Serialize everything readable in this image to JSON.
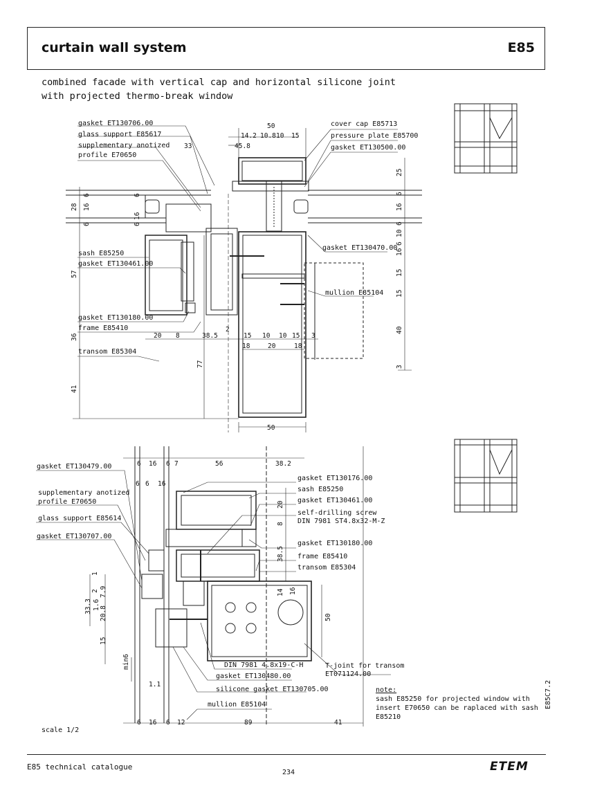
{
  "header": {
    "title": "curtain wall system",
    "code": "E85"
  },
  "subtitle": {
    "line1": "combined facade with vertical cap and horizontal silicone joint",
    "line2": "with projected thermo-break window"
  },
  "section1": {
    "labels_left": [
      "gasket ET130706.00",
      "glass support E85617",
      "supplementary anotized",
      "profile E70650",
      "sash E85250",
      "gasket ET130461.00",
      "gasket ET130180.00",
      "frame E85410",
      "transom E85304"
    ],
    "labels_right": [
      "cover cap E85713",
      "pressure plate E85700",
      "gasket ET130500.00",
      "gasket ET130470.00",
      "mullion E85104"
    ],
    "dims_top": [
      "50",
      "14.2",
      "10.8",
      "10",
      "15",
      "33",
      "45.8"
    ],
    "dims_left": [
      "6",
      "6",
      "28",
      "16",
      "6",
      "6",
      "16",
      "57",
      "36",
      "77",
      "41"
    ],
    "dims_right": [
      "25",
      "6",
      "16",
      "6",
      "10",
      "6",
      "16",
      "15",
      "15",
      "40",
      "3"
    ],
    "dims_bottom": [
      "20",
      "8",
      "38.5",
      "2",
      "15",
      "10",
      "10",
      "15",
      "3",
      "18",
      "20",
      "18",
      "50"
    ]
  },
  "section2": {
    "labels_left": [
      "gasket ET130479.00",
      "supplementary anotized",
      "profile E70650",
      "glass support E85614",
      "gasket ET130707.00"
    ],
    "labels_right": [
      "gasket ET130176.00",
      "sash E85250",
      "gasket ET130461.00",
      "self-drilling screw",
      "DIN 7981 ST4.8x32-M-Z",
      "gasket ET130180.00",
      "frame E85410",
      "transom E85304"
    ],
    "labels_bottom": [
      "DIN 7981 4.8x19-C-H",
      "gasket ET130480.00",
      "silicone gasket ET130705.00",
      "mullion E85104",
      "T-joint for transom",
      "ET071124.00"
    ],
    "dims_top": [
      "6",
      "16",
      "6",
      "7",
      "56",
      "38.2",
      "6",
      "6",
      "16"
    ],
    "dims_vertical": [
      "20",
      "8",
      "38.5",
      "14",
      "16",
      "50",
      "1",
      "2",
      "7.9",
      "33.3",
      "1.6",
      "20.8",
      "15",
      "min6",
      "1.1"
    ],
    "dims_bottom": [
      "6",
      "16",
      "6",
      "12",
      "89",
      "41"
    ]
  },
  "note": {
    "title": "note:",
    "line1": "sash E85250 for projected window with",
    "line2": "insert E70650 can be raplaced with sash",
    "line3": "E85210"
  },
  "scale": "scale 1/2",
  "drawing_code": "E85C7.2",
  "footer": {
    "left": "E85 technical catalogue",
    "page": "234",
    "logo": "ETEM"
  }
}
